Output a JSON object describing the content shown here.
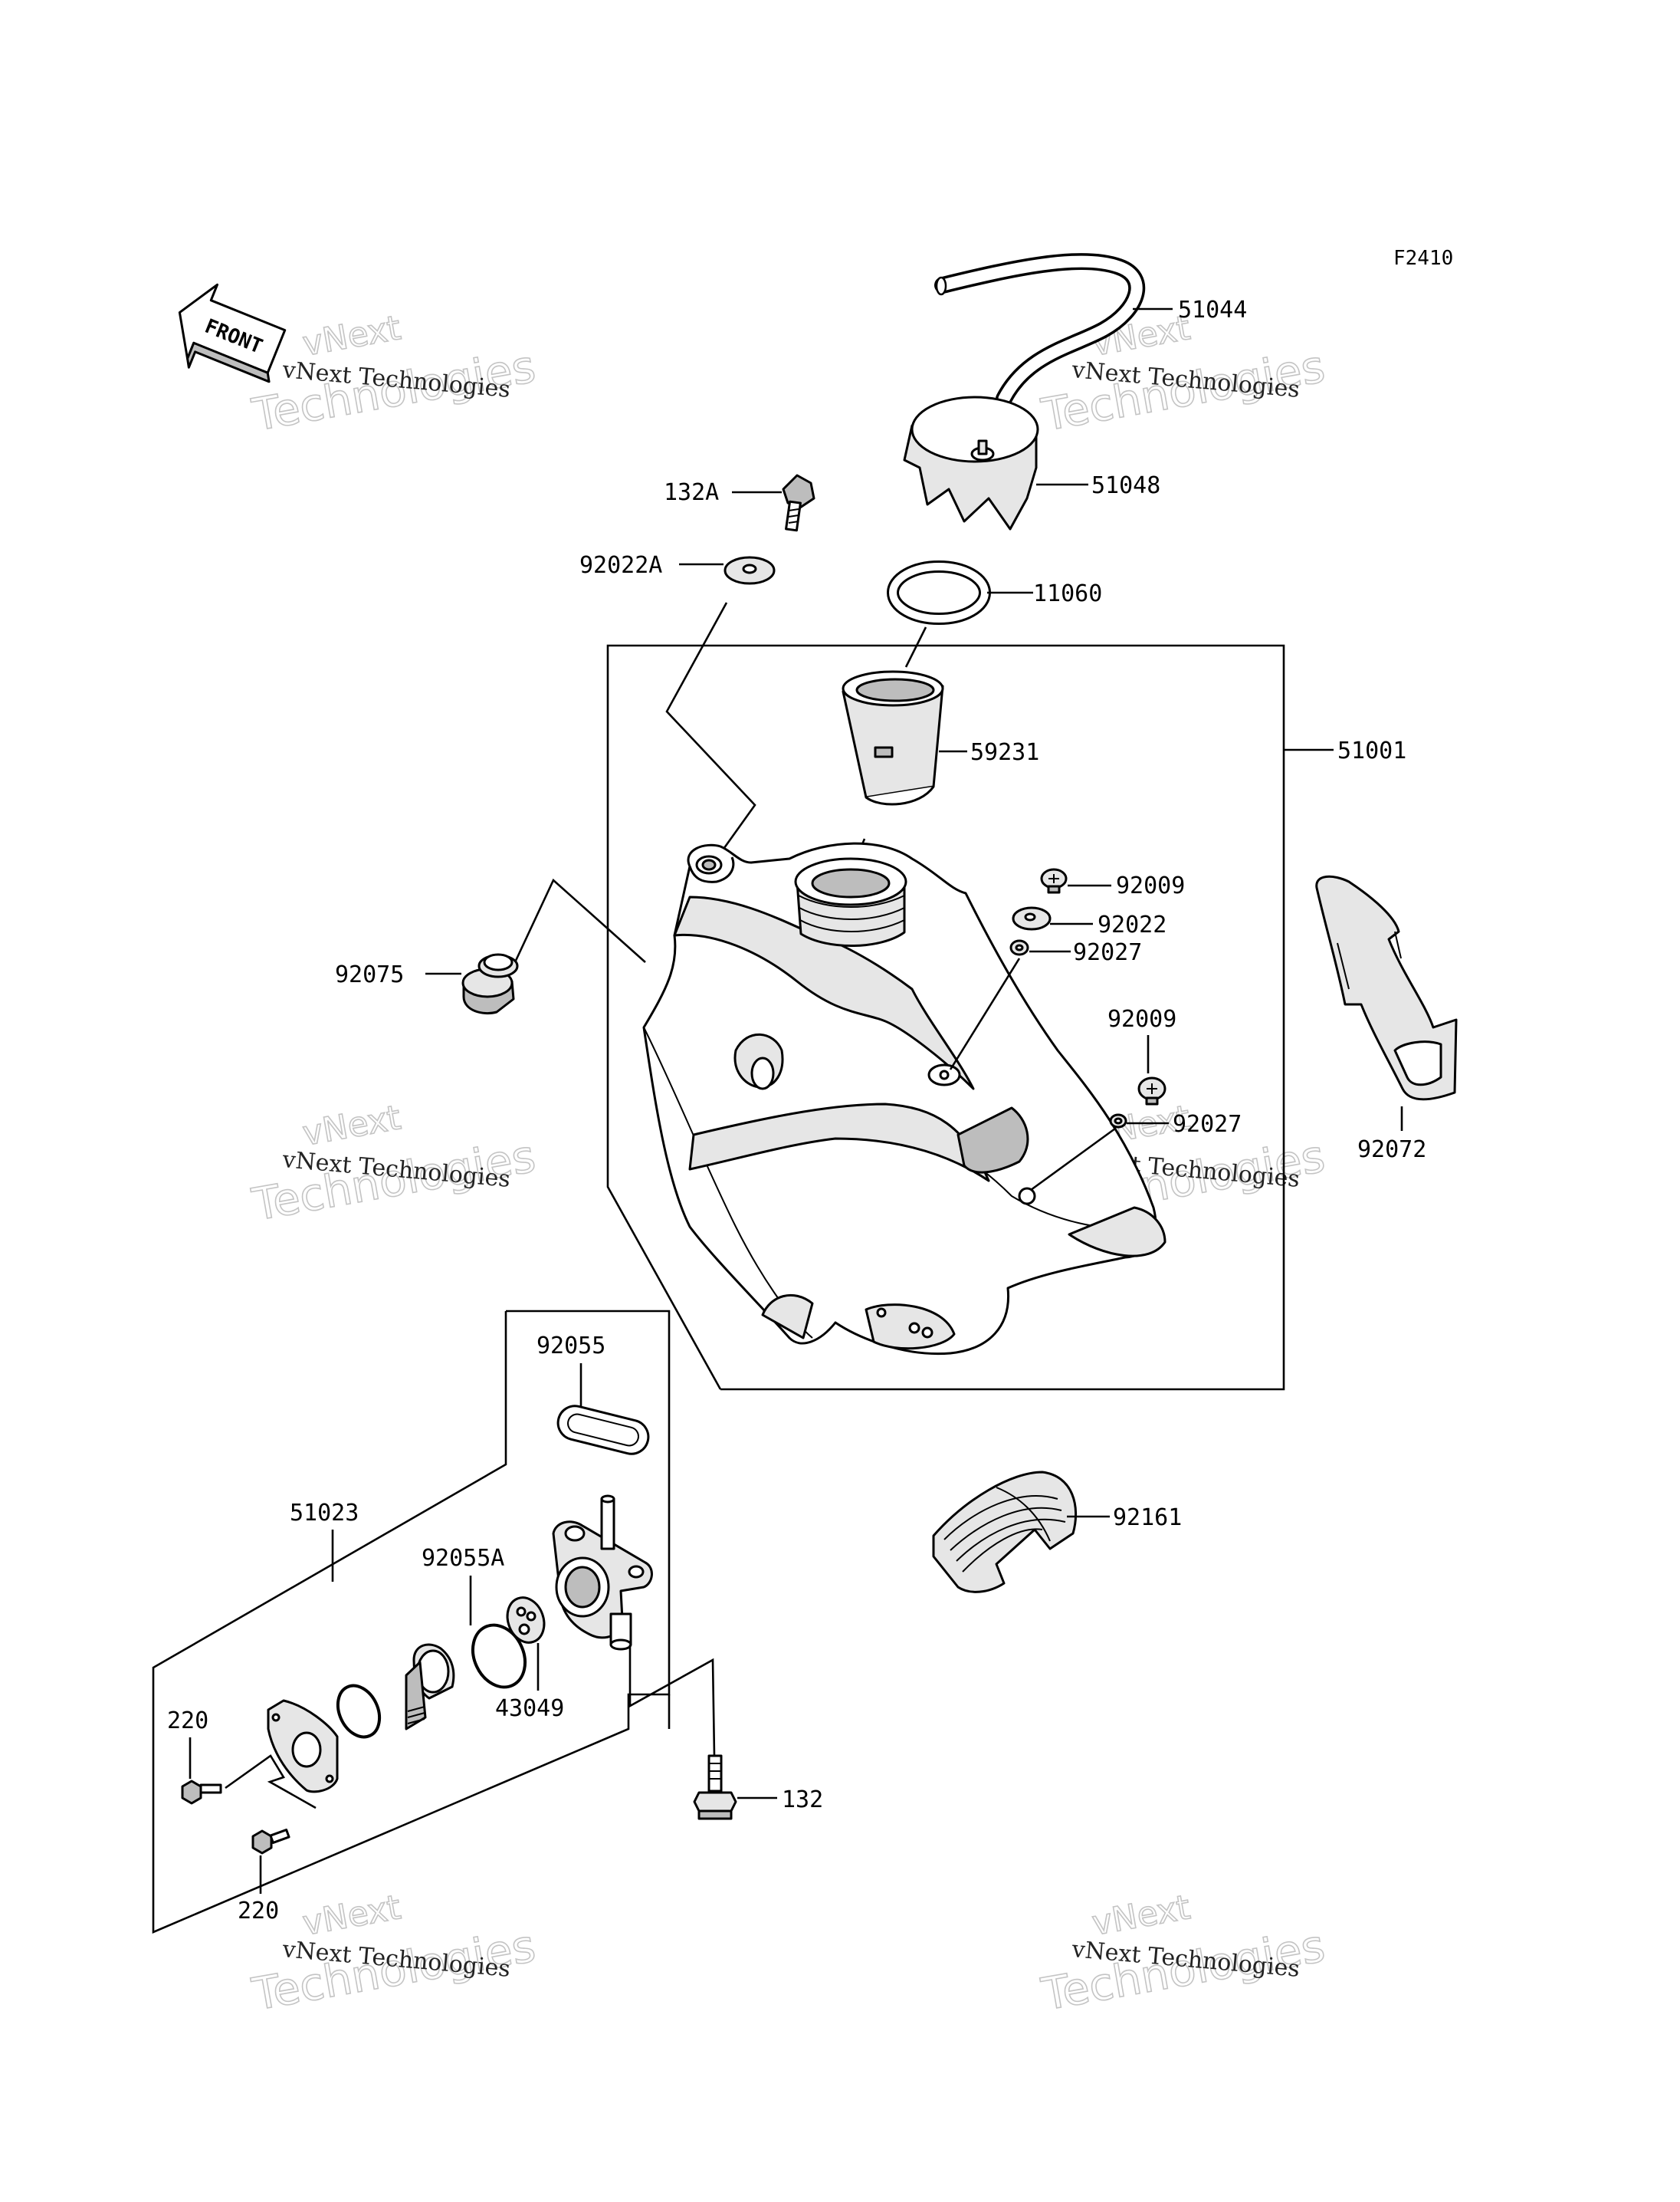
{
  "diagram_code": "F2410",
  "front_marker": "FRONT",
  "watermark": {
    "line_small": "vNext Technologies",
    "line_outline_top": "vNext",
    "line_outline_bottom": "Technologies"
  },
  "part_labels": {
    "p51044": "51044",
    "p51048": "51048",
    "p132A": "132A",
    "p92022A": "92022A",
    "p11060": "11060",
    "p59231": "59231",
    "p51001": "51001",
    "p92009a": "92009",
    "p92022": "92022",
    "p92027a": "92027",
    "p92075": "92075",
    "p92009b": "92009",
    "p92027b": "92027",
    "p92072": "92072",
    "p92055": "92055",
    "p51023": "51023",
    "p92055A": "92055A",
    "p43049": "43049",
    "p92161": "92161",
    "p220a": "220",
    "p220b": "220",
    "p132": "132"
  }
}
